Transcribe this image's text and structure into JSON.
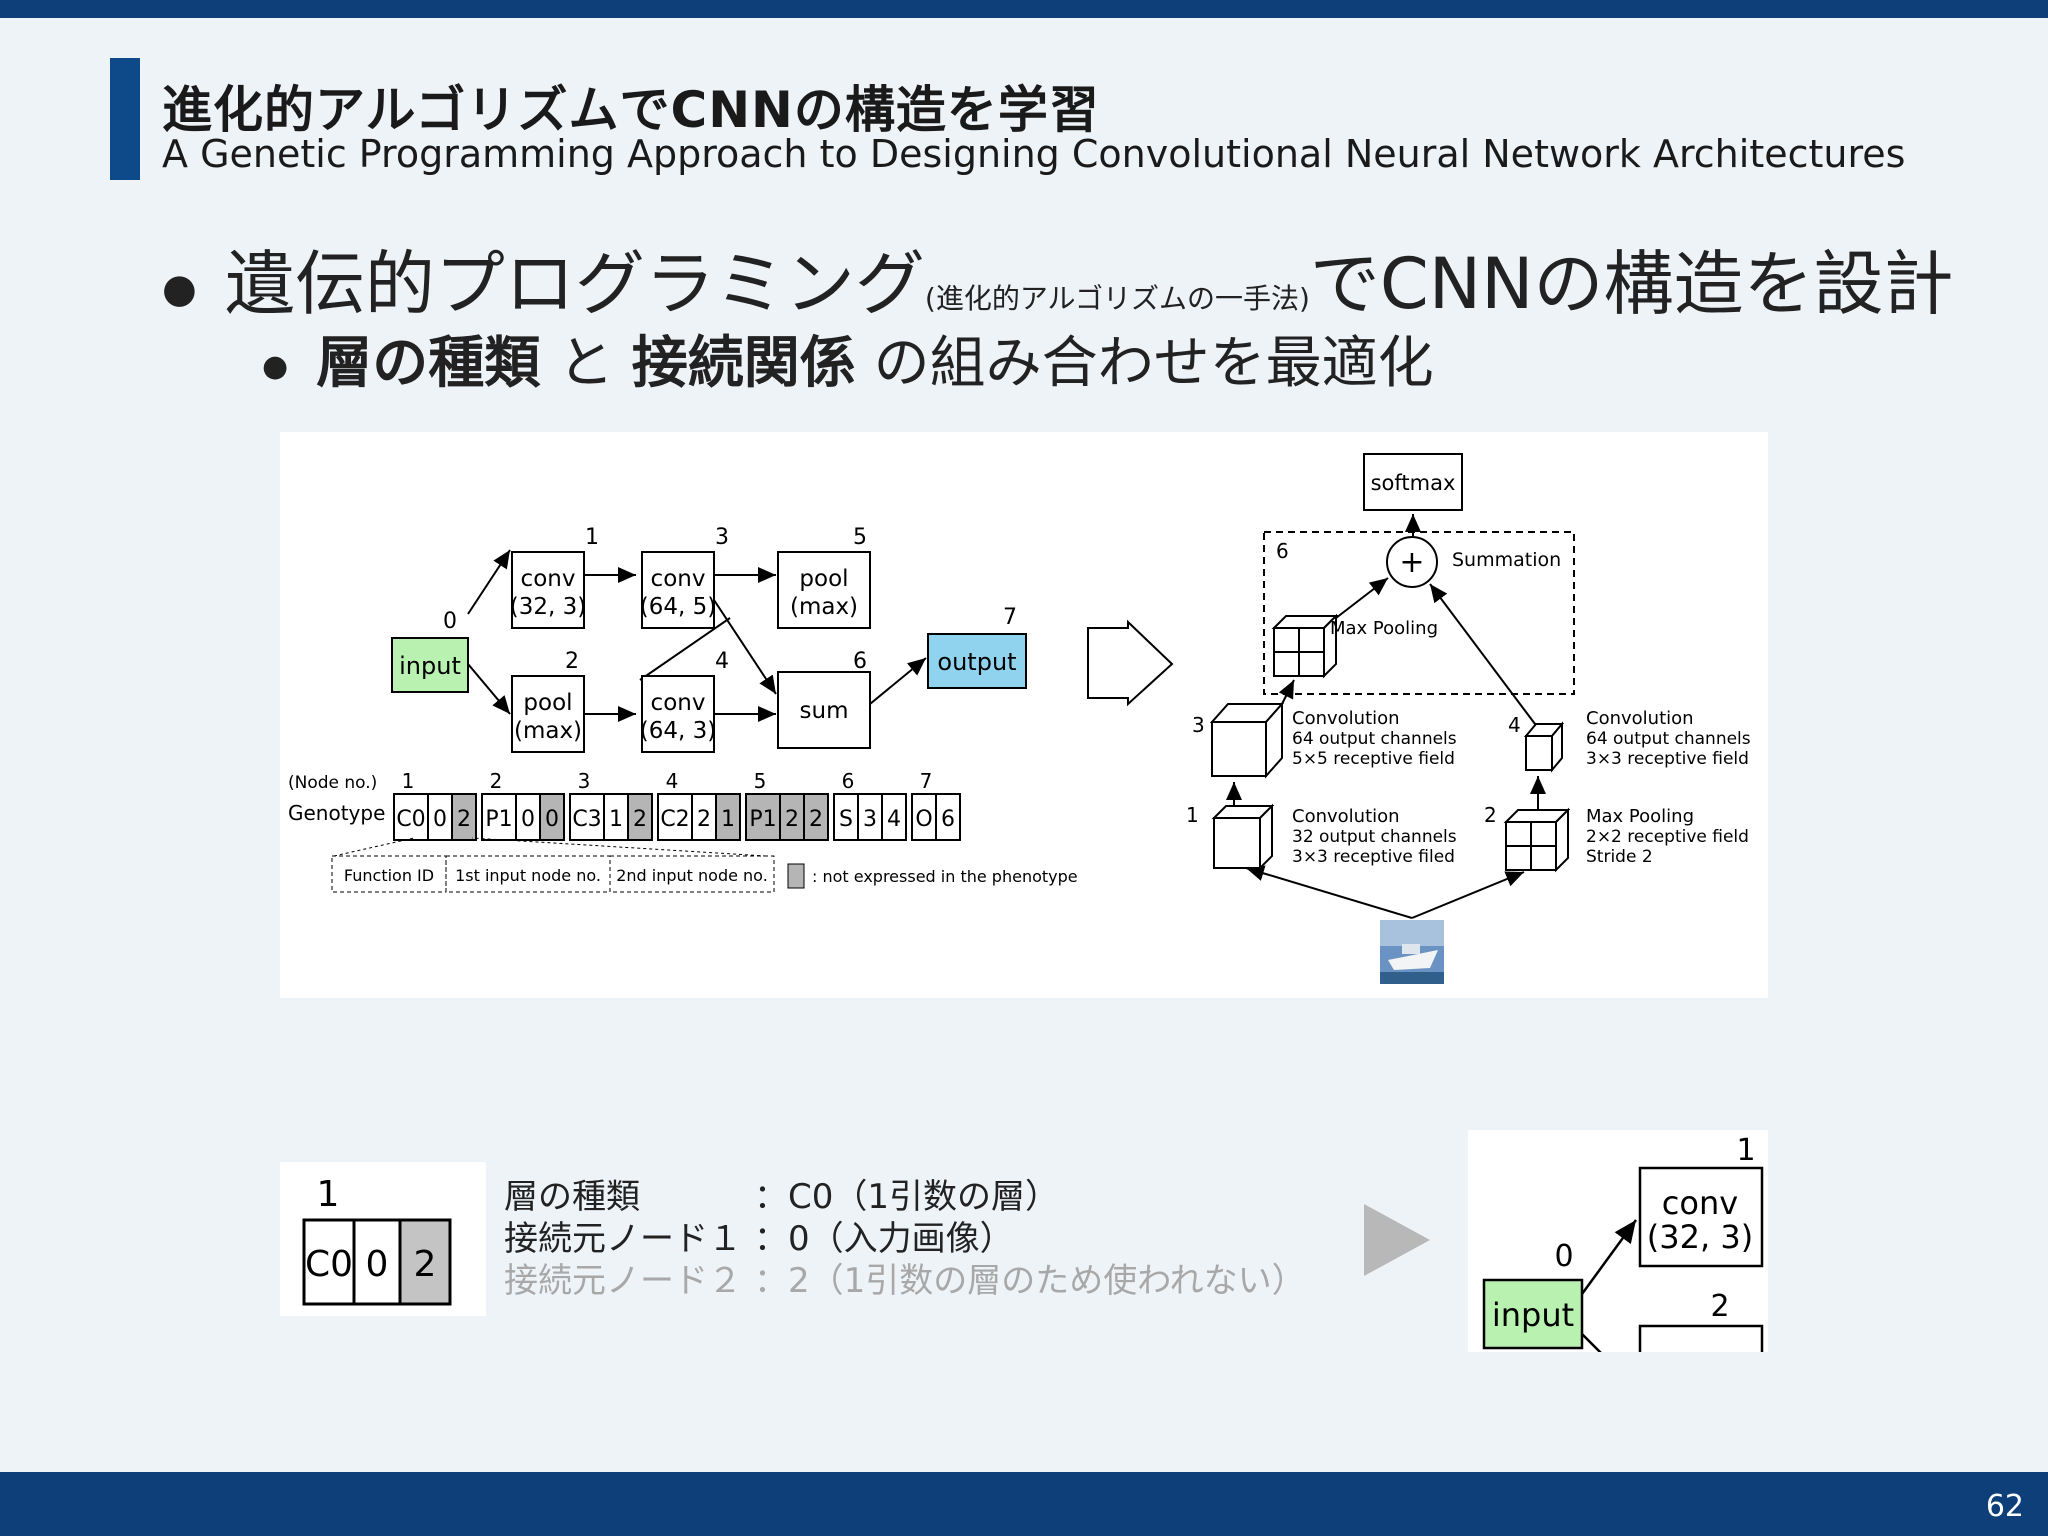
{
  "slide": {
    "title_ja": "進化的アルゴリズムでCNNの構造を学習",
    "title_en": "A Genetic Programming Approach to Designing Convolutional Neural Network Architectures",
    "page_number": "62",
    "colors": {
      "bar": "#0e3f79",
      "accent": "#0e4a8a",
      "background": "#eef3f8"
    }
  },
  "bullets": {
    "b1_main": "遺伝的プログラミング",
    "b1_small": "(進化的アルゴリズムの一手法)",
    "b1_rest": "でCNNの構造を設計",
    "b2_bold1": "層の種類",
    "b2_and": " と ",
    "b2_bold2": "接続関係",
    "b2_rest": " の組み合わせを最適化"
  },
  "graph": {
    "nodes": {
      "input": "input",
      "conv1_a": "conv",
      "conv1_b": "(32, 3)",
      "conv3_a": "conv",
      "conv3_b": "(64, 5)",
      "pool5_a": "pool",
      "pool5_b": "(max)",
      "pool2_a": "pool",
      "pool2_b": "(max)",
      "conv4_a": "conv",
      "conv4_b": "(64, 3)",
      "sum": "sum",
      "output": "output"
    },
    "numbers": [
      "0",
      "1",
      "2",
      "3",
      "4",
      "5",
      "6",
      "7"
    ]
  },
  "genotype": {
    "node_no_label": "(Node no.)",
    "genotype_label": "Genotype",
    "genes": [
      [
        "C0",
        "0",
        "2"
      ],
      [
        "P1",
        "0",
        "0"
      ],
      [
        "C3",
        "1",
        "2"
      ],
      [
        "C2",
        "2",
        "1"
      ],
      [
        "P1",
        "2",
        "2"
      ],
      [
        "S",
        "3",
        "4"
      ],
      [
        "O",
        "6"
      ]
    ],
    "function_id": "Function ID",
    "input1": "1st input node no.",
    "input2": "2nd input node no.",
    "not_expressed": ": not expressed in the phenotype"
  },
  "network": {
    "softmax": "softmax",
    "summation": "Summation",
    "max_pooling_top": "Max Pooling",
    "conv3": [
      "Convolution",
      "64 output channels",
      "5×5 receptive field"
    ],
    "conv4": [
      "Convolution",
      "64 output channels",
      "3×3 receptive field"
    ],
    "conv1": [
      "Convolution",
      "32 output channels",
      "3×3 receptive filed"
    ],
    "pool2": [
      "Max Pooling",
      "2×2 receptive field",
      "Stride  2"
    ],
    "labels": [
      "1",
      "2",
      "3",
      "4",
      "6"
    ]
  },
  "legend": {
    "row1_key": "層の種類",
    "row1_val": "：C0（1引数の層）",
    "row2_key": "接続元ノード１",
    "row2_val": "：0（入力画像）",
    "row3_key": "接続元ノード２",
    "row3_val": "：2（1引数の層のため使われない）"
  },
  "zoom": {
    "input": "input",
    "conv_a": "conv",
    "conv_b": "(32, 3)",
    "n0": "0",
    "n1": "1",
    "n2": "2"
  },
  "gene_zoom": {
    "n1": "1",
    "g1": "C0",
    "g2": "0",
    "g3": "2"
  }
}
